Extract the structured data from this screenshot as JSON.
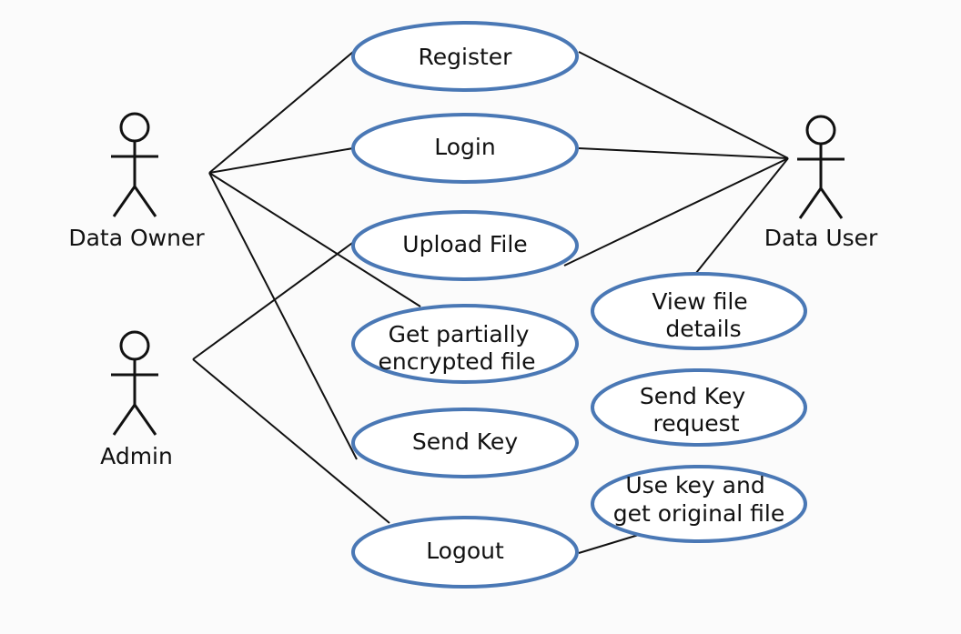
{
  "colors": {
    "ellipse_stroke": "#4a78b5",
    "line": "#111111",
    "background": "#fbfbfb"
  },
  "actors": {
    "data_owner": "Data Owner",
    "admin": "Admin",
    "data_user": "Data User"
  },
  "use_cases": {
    "register": [
      "Register"
    ],
    "login": [
      "Login"
    ],
    "upload_file": [
      "Upload File"
    ],
    "get_partial": [
      "Get partially",
      "encrypted file"
    ],
    "send_key": [
      "Send Key"
    ],
    "logout": [
      "Logout"
    ],
    "view_file": [
      "View file",
      "details"
    ],
    "send_key_request": [
      "Send Key",
      "request"
    ],
    "use_key": [
      "Use key and",
      "get original file"
    ]
  }
}
